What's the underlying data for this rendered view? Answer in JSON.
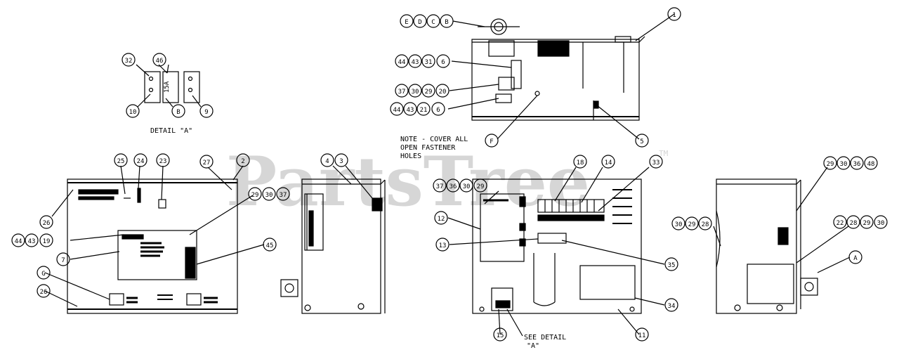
{
  "watermark": {
    "text": "PartsTree",
    "tm": "TM"
  },
  "detail_a": {
    "title": "DETAIL \"A\"",
    "fuse_label": "15A",
    "callouts": {
      "c32": "32",
      "c46": "46",
      "c10": "10",
      "cB": "B",
      "c9": "9"
    }
  },
  "top_view": {
    "callouts": {
      "cE": "E",
      "cD": "D",
      "cC": "C",
      "cB": "B",
      "c1": "1",
      "c44a": "44",
      "c43a": "43",
      "c31": "31",
      "c6a": "6",
      "c37": "37",
      "c30": "30",
      "c29": "29",
      "c20": "20",
      "c44b": "44",
      "c43b": "43",
      "c21": "21",
      "c6b": "6",
      "cF": "F",
      "c5": "5"
    }
  },
  "note": {
    "line1": "NOTE - COVER ALL",
    "line2": "OPEN FASTENER",
    "line3": "HOLES"
  },
  "front_view": {
    "callouts": {
      "c25": "25",
      "c24": "24",
      "c23": "23",
      "c27": "27",
      "c2": "2",
      "c26a": "26",
      "c29": "29",
      "c30": "30",
      "c37": "37",
      "c44": "44",
      "c43": "43",
      "c19": "19",
      "c7": "7",
      "c45": "45",
      "cG": "G",
      "c26b": "26"
    }
  },
  "side_view": {
    "callouts": {
      "c4": "4",
      "c3": "3"
    }
  },
  "panel_view": {
    "callouts": {
      "c37": "37",
      "c36": "36",
      "c30": "30",
      "c29": "29",
      "c18": "18",
      "c14": "14",
      "c33": "33",
      "c12": "12",
      "c13": "13",
      "c35": "35",
      "c34": "34",
      "c11": "11",
      "c15": "15"
    },
    "see_detail_line1": "SEE DETAIL",
    "see_detail_line2": "\"A\""
  },
  "right_view": {
    "callouts": {
      "c29": "29",
      "c30": "30",
      "c36": "36",
      "c48": "48",
      "c30b": "30",
      "c29b": "29",
      "c28": "28",
      "c22": "22",
      "c28b": "28",
      "c29c": "29",
      "c30c": "30",
      "cA": "A"
    }
  }
}
